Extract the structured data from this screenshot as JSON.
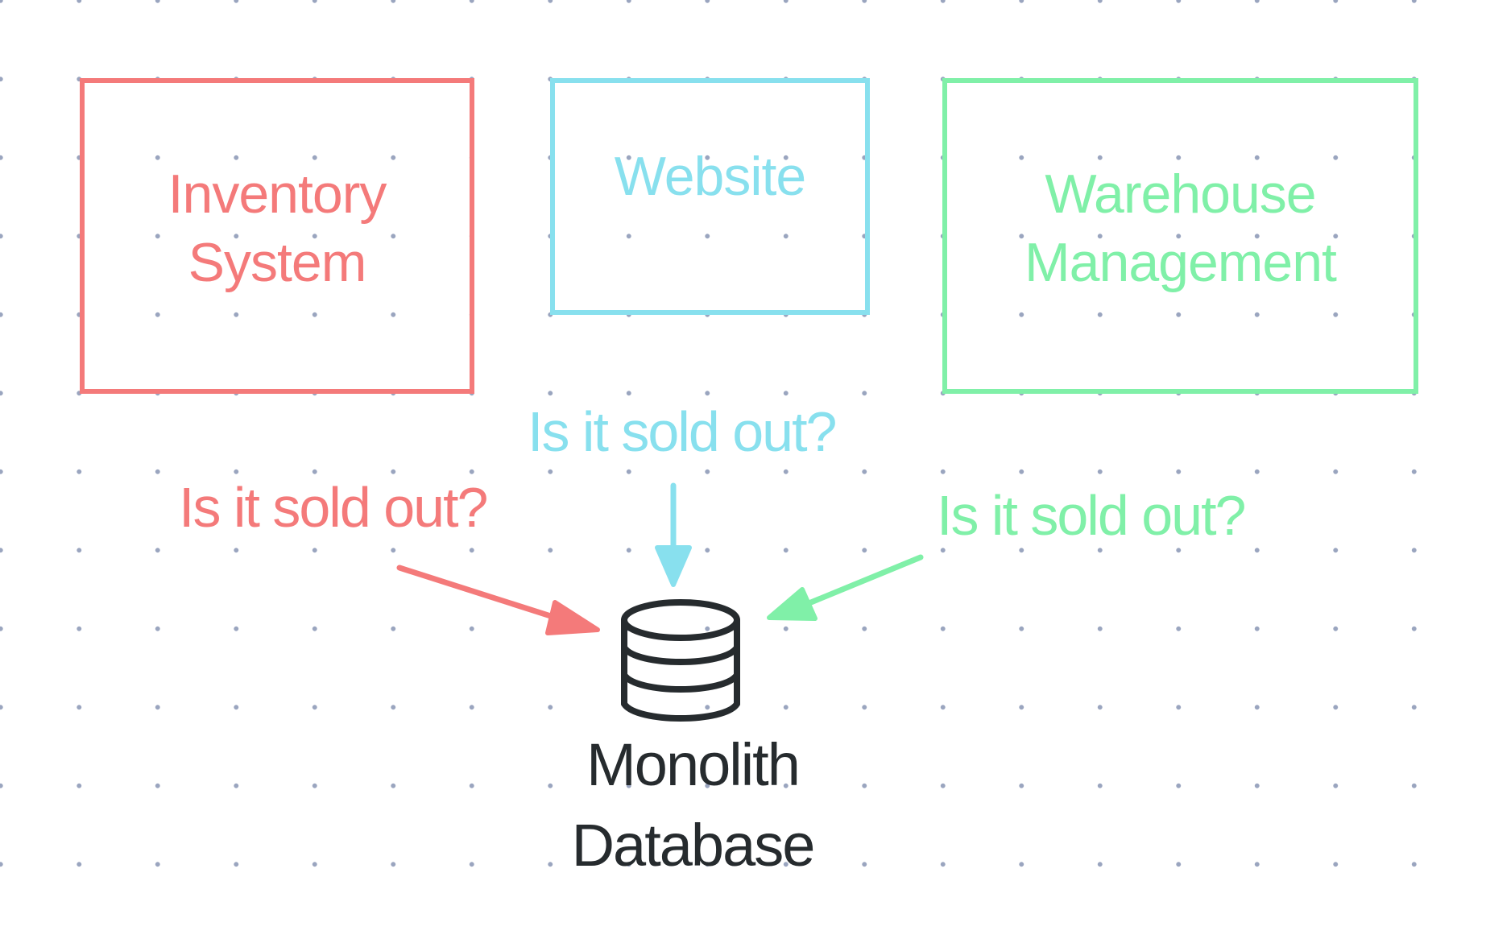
{
  "systems": [
    {
      "line1": "Inventory",
      "line2": "System",
      "color": "#f47a7a"
    },
    {
      "line1": "Website",
      "color": "#88e0ee"
    },
    {
      "line1": "Warehouse",
      "line2": "Management",
      "color": "#80f0a8"
    }
  ],
  "queries": {
    "inventory": "Is it sold out?",
    "website": "Is it sold out?",
    "warehouse": "Is it sold out?"
  },
  "database": {
    "icon": "database-icon",
    "line1": "Monolith",
    "line2": "Database",
    "color": "#262b2e"
  }
}
